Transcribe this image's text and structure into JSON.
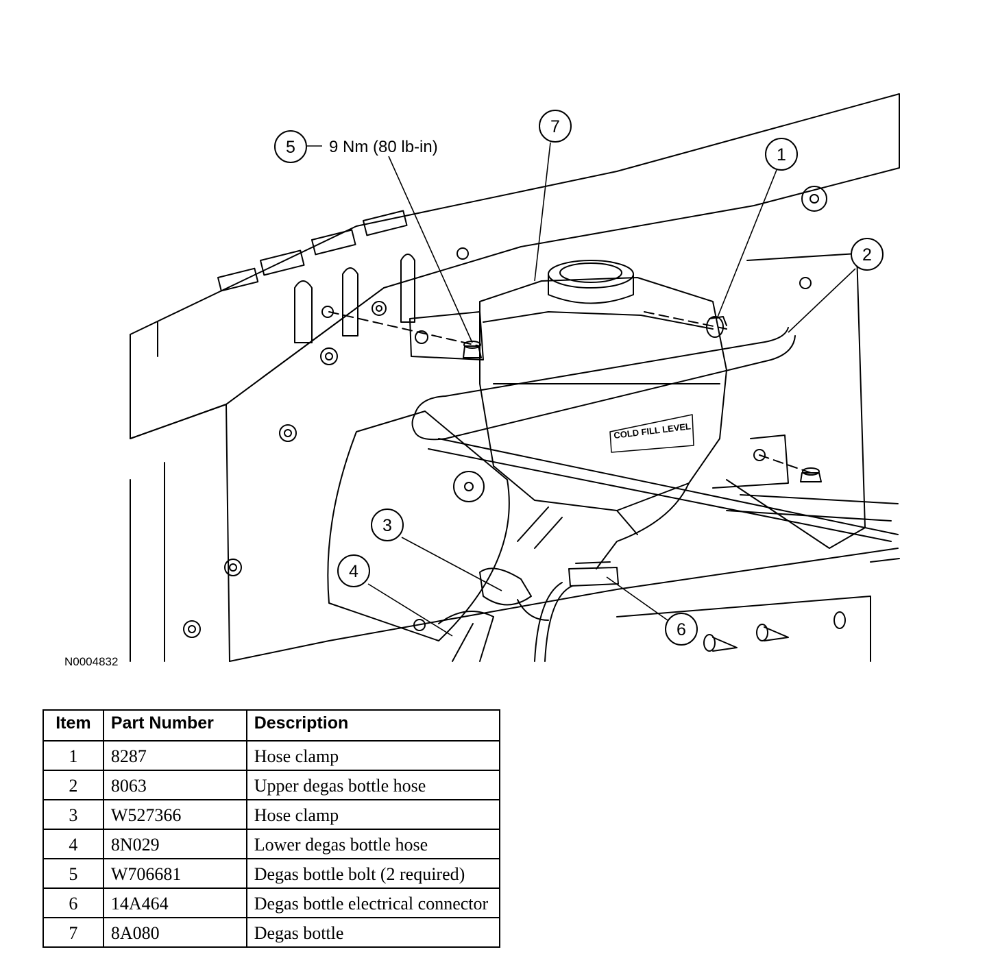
{
  "figure": {
    "id": "N0004832",
    "callouts": [
      {
        "num": "5",
        "note": "9 Nm (80 lb-in)"
      },
      {
        "num": "7",
        "note": ""
      },
      {
        "num": "1",
        "note": ""
      },
      {
        "num": "2",
        "note": ""
      },
      {
        "num": "3",
        "note": ""
      },
      {
        "num": "4",
        "note": ""
      },
      {
        "num": "6",
        "note": ""
      }
    ],
    "embossed_label": "COLD FILL LEVEL"
  },
  "table": {
    "headers": {
      "item": "Item",
      "part": "Part Number",
      "desc": "Description"
    },
    "rows": [
      {
        "item": "1",
        "part": "8287",
        "desc": "Hose clamp"
      },
      {
        "item": "2",
        "part": "8063",
        "desc": "Upper degas bottle hose"
      },
      {
        "item": "3",
        "part": "W527366",
        "desc": "Hose clamp"
      },
      {
        "item": "4",
        "part": "8N029",
        "desc": "Lower degas bottle hose"
      },
      {
        "item": "5",
        "part": "W706681",
        "desc": "Degas bottle bolt (2 required)"
      },
      {
        "item": "6",
        "part": "14A464",
        "desc": "Degas bottle electrical connector"
      },
      {
        "item": "7",
        "part": "8A080",
        "desc": "Degas bottle"
      }
    ]
  }
}
